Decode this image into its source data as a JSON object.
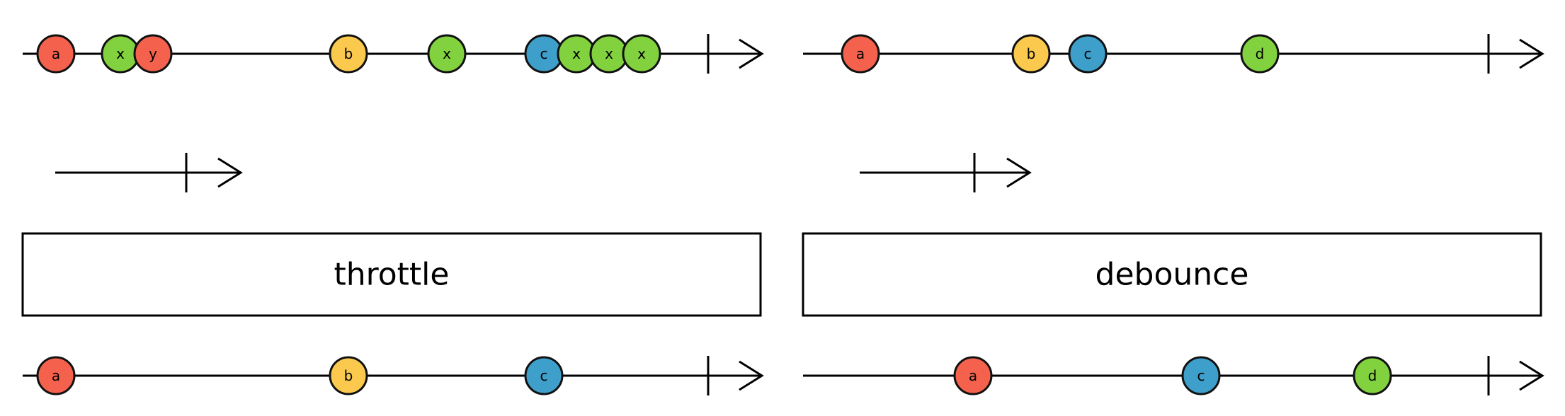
{
  "colors": {
    "a": "#f4624d",
    "b": "#fbc94e",
    "c": "#3f9fcb",
    "d": "#82d23f",
    "x": "#82d23f",
    "y": "#f4624d",
    "line": "#000000"
  },
  "panels": [
    {
      "operator_label": "throttle",
      "input_marbles": [
        "a",
        "x",
        "y",
        "b",
        "x",
        "c",
        "x",
        "x",
        "x"
      ],
      "output_marbles": [
        "a",
        "b",
        "c"
      ]
    },
    {
      "operator_label": "debounce",
      "input_marbles": [
        "a",
        "b",
        "c",
        "d"
      ],
      "output_marbles": [
        "a",
        "c",
        "d"
      ]
    }
  ]
}
